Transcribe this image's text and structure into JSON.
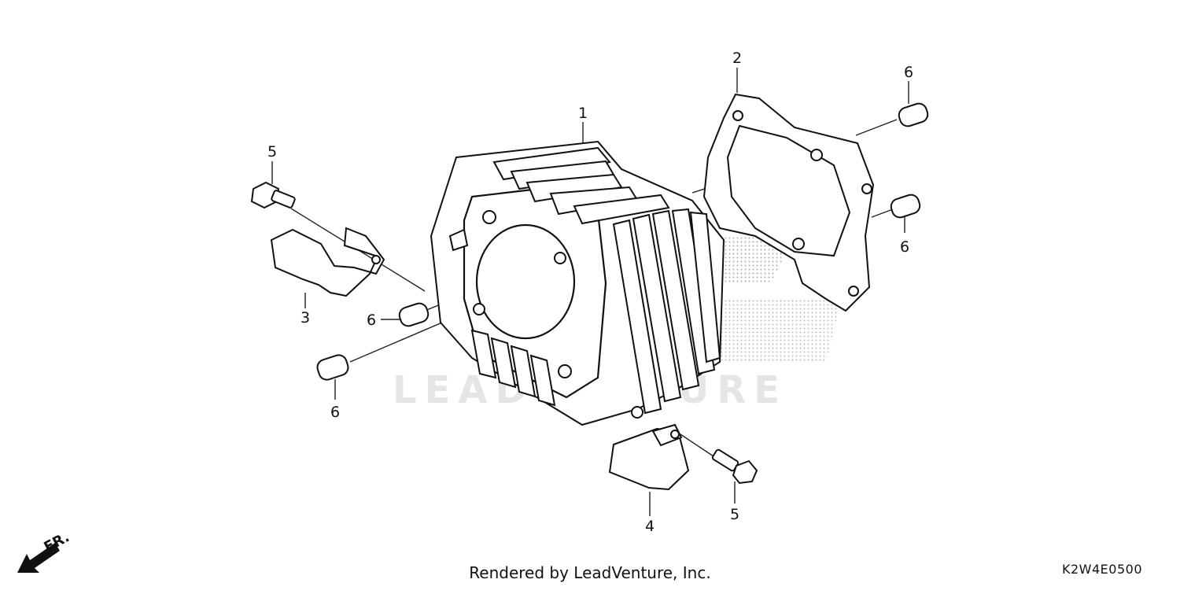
{
  "diagram": {
    "callouts": {
      "c1": "1",
      "c2": "2",
      "c3": "3",
      "c4": "4",
      "c5a": "5",
      "c5b": "5",
      "c6a": "6",
      "c6b": "6",
      "c6c": "6",
      "c6d": "6"
    },
    "direction": "FR.",
    "watermark": "LEADVENTURE"
  },
  "footer": {
    "rendered_by": "Rendered by LeadVenture, Inc.",
    "diagram_code": "K2W4E0500"
  }
}
